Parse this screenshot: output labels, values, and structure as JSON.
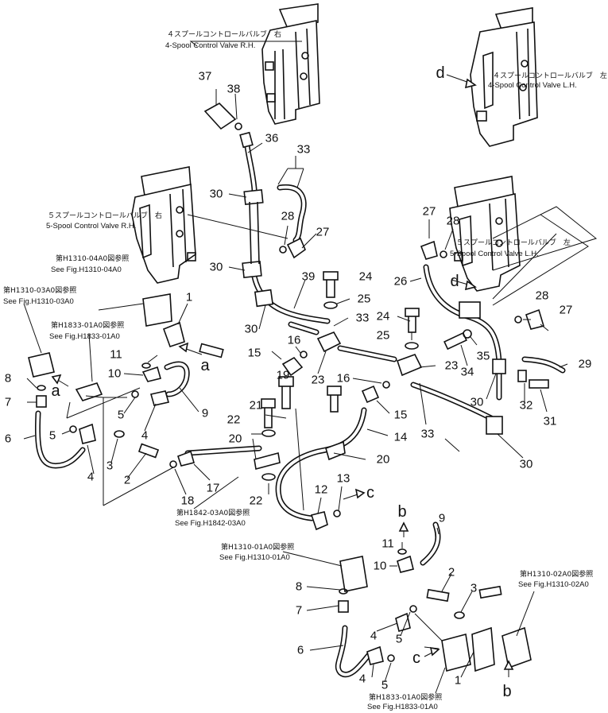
{
  "valves": {
    "spool4_rh": {
      "jp": "４スプールコントロールバルブ　右",
      "en": "4-Spool  Control  Valve  R.H."
    },
    "spool4_lh": {
      "jp": "４スプールコントロールバルブ　左",
      "en": "4-Spool  Control  Valve  L.H."
    },
    "spool5_rh": {
      "jp": "５スプールコントロールバルブ　右",
      "en": "5-Spool  Control  Valve  R.H."
    },
    "spool5_lh": {
      "jp": "５スプールコントロールバルブ　左",
      "en": "5-Spool  Control  Valve  L.H."
    }
  },
  "references": {
    "h1310_04": {
      "jp": "第H1310-04A0図参照",
      "en": "See Fig.H1310-04A0"
    },
    "h1310_03": {
      "jp": "第H1310-03A0図参照",
      "en": "See Fig.H1310-03A0"
    },
    "h1833_top": {
      "jp": "第H1833-01A0図参照",
      "en": "See Fig.H1833-01A0"
    },
    "h1842": {
      "jp": "第H1842-03A0図参照",
      "en": "See Fig.H1842-03A0"
    },
    "h1310_01": {
      "jp": "第H1310-01A0図参照",
      "en": "See Fig.H1310-01A0"
    },
    "h1310_02": {
      "jp": "第H1310-02A0図参照",
      "en": "See Fig.H1310-02A0"
    },
    "h1833_bottom": {
      "jp": "第H1833-01A0図参照",
      "en": "See Fig.H1833-01A0"
    }
  },
  "view_letters": {
    "a1": "a",
    "a2": "a",
    "b1": "b",
    "b2": "b",
    "c1": "c",
    "c2": "c",
    "d1": "d",
    "d2": "d"
  },
  "callouts": {
    "n37": "37",
    "n38": "38",
    "n36": "36",
    "n33a": "33",
    "n30a": "30",
    "n28a": "28",
    "n27a": "27",
    "n30b": "30",
    "n39": "39",
    "n24a": "24",
    "n25a": "25",
    "n33b": "33",
    "n24b": "24",
    "n25b": "25",
    "n30c": "30",
    "n16a": "16",
    "n15a": "15",
    "n23a": "23",
    "n23b": "23",
    "n16b": "16",
    "n15b": "15",
    "n33c": "33",
    "n14": "14",
    "n19": "19",
    "n21": "21",
    "n22a": "22",
    "n20a": "20",
    "n20b": "20",
    "n22b": "22",
    "n17": "17",
    "n18a": "18",
    "n12a": "12",
    "n13a": "13",
    "n27b": "27",
    "n28b": "28",
    "n26": "26",
    "n28c": "28",
    "n27c": "27",
    "n29": "29",
    "n35": "35",
    "n34": "34",
    "n32": "32",
    "n31": "31",
    "n30d": "30",
    "n30e": "30",
    "n1a": "1",
    "n11a": "11",
    "n10a": "10",
    "n9a": "9",
    "n8a": "8",
    "n7a": "7",
    "n6a": "6",
    "n5a": "5",
    "n5b": "5",
    "n3a": "3",
    "n4a": "4",
    "n4b": "4",
    "n2a": "2",
    "n11b": "11",
    "n10b": "10",
    "n9b": "9",
    "n8b": "8",
    "n7b": "7",
    "n2b": "2",
    "n3b": "3",
    "n4c": "4",
    "n5c": "5",
    "n6b": "6",
    "n4d": "4",
    "n5d": "5",
    "n1b": "1"
  }
}
